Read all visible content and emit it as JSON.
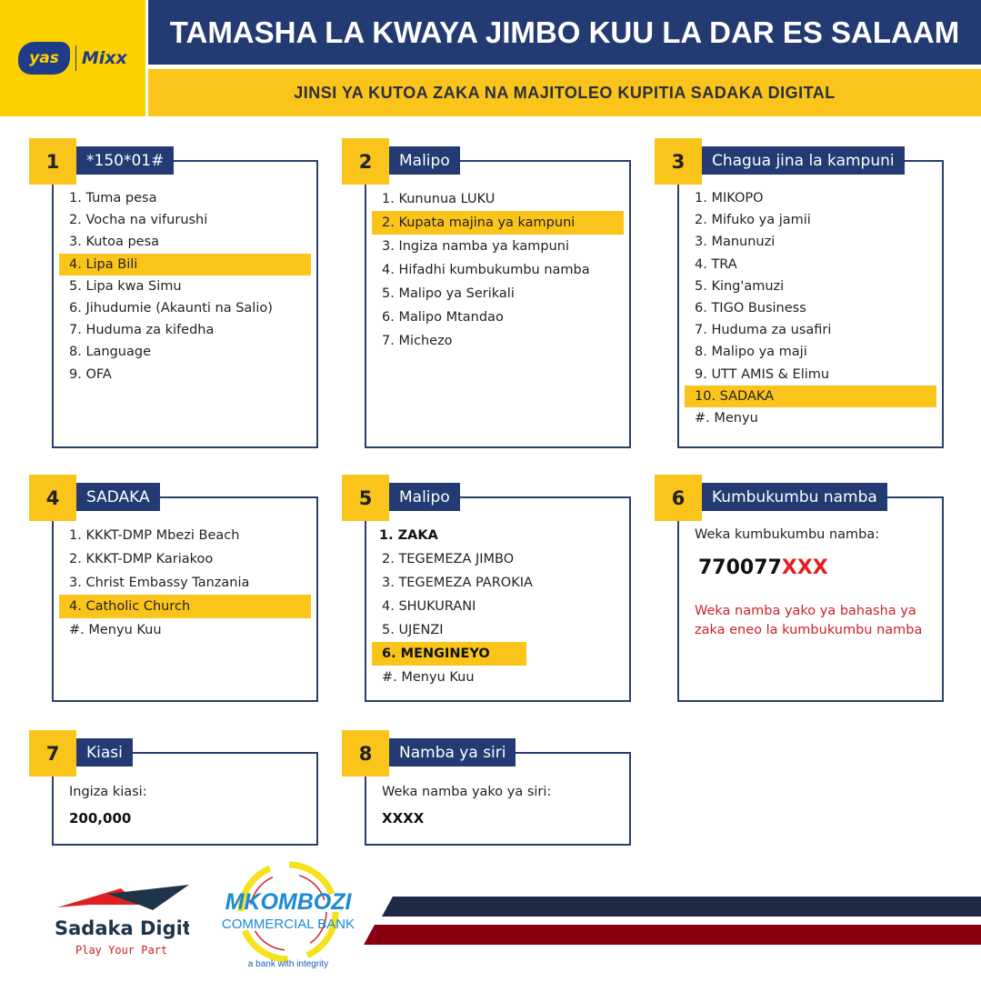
{
  "header": {
    "logo_yas": "yas",
    "logo_mixx": "Mixx",
    "title": "TAMASHA LA KWAYA JIMBO KUU LA DAR ES SALAAM",
    "subtitle": "JINSI YA KUTOA ZAKA NA MAJITOLEO KUPITIA SADAKA DIGITAL"
  },
  "colors": {
    "navy": "#233b72",
    "yellow": "#fbc41a",
    "red": "#cc2229",
    "maroon": "#8b0010"
  },
  "steps": [
    {
      "num": "1",
      "title": "*150*01#",
      "items": [
        "1. Tuma pesa",
        "2. Vocha na vifurushi",
        "3. Kutoa pesa",
        "4. Lipa Bili",
        "5. Lipa kwa Simu",
        "6. Jihudumie (Akaunti na Salio)",
        "7. Huduma za kifedha",
        "8. Language",
        "9. OFA"
      ],
      "highlight": 3
    },
    {
      "num": "2",
      "title": "Malipo",
      "items": [
        "1. Kununua LUKU",
        "2. Kupata majina ya kampuni",
        "3. Ingiza namba ya kampuni",
        "4. Hifadhi kumbukumbu namba",
        "5. Malipo ya Serikali",
        "6. Malipo Mtandao",
        "7. Michezo"
      ],
      "highlight": 1
    },
    {
      "num": "3",
      "title": "Chagua jina la kampuni",
      "items": [
        "1. MIKOPO",
        "2. Mifuko ya jamii",
        "3. Manunuzi",
        "4. TRA",
        "5. King'amuzi",
        "6. TIGO Business",
        "7. Huduma za usafiri",
        "8. Malipo ya maji",
        "9. UTT AMIS & Elimu",
        "10. SADAKA",
        "#. Menyu"
      ],
      "highlight": 9
    },
    {
      "num": "4",
      "title": "SADAKA",
      "items": [
        "1. KKKT-DMP Mbezi Beach",
        "2. KKKT-DMP Kariakoo",
        "3. Christ Embassy Tanzania",
        "4. Catholic Church",
        "#. Menyu Kuu"
      ],
      "highlight": 3
    },
    {
      "num": "5",
      "title": "Malipo",
      "items": [
        "1. ZAKA",
        "2. TEGEMEZA JIMBO",
        "3. TEGEMEZA PAROKIA",
        "4. SHUKURANI",
        "5. UJENZI",
        "6. MENGINEYO",
        "#. Menyu Kuu"
      ],
      "highlight": 5
    },
    {
      "num": "6",
      "title": "Kumbukumbu namba",
      "prompt": "Weka kumbukumbu namba:",
      "ref_prefix": "770077",
      "ref_suffix": "XXX",
      "note": "Weka namba yako ya bahasha ya zaka eneo la kumbukumbu namba"
    },
    {
      "num": "7",
      "title": "Kiasi",
      "prompt": "Ingiza kiasi:",
      "value": "200,000"
    },
    {
      "num": "8",
      "title": "Namba ya siri",
      "prompt": "Weka namba yako ya siri:",
      "value": "XXXX"
    }
  ],
  "footer": {
    "sadaka_name": "Sadaka Digital",
    "sadaka_tagline": "Play Your Part",
    "bank_name": "MKOMBOZI",
    "bank_sub": "COMMERCIAL BANK",
    "bank_tagline": "a bank with integrity"
  }
}
